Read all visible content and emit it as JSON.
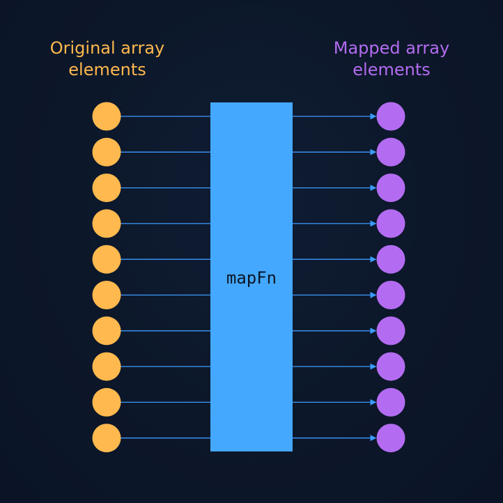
{
  "left_title": [
    "Original array",
    "elements"
  ],
  "right_title": [
    "Mapped array",
    "elements"
  ],
  "function_label": "mapFn",
  "element_count": 10,
  "colors": {
    "background": "#0b1628",
    "original": "#ffb94e",
    "mapped": "#b36cf1",
    "function_box": "#44a8ff",
    "arrow": "#3d9bff"
  }
}
